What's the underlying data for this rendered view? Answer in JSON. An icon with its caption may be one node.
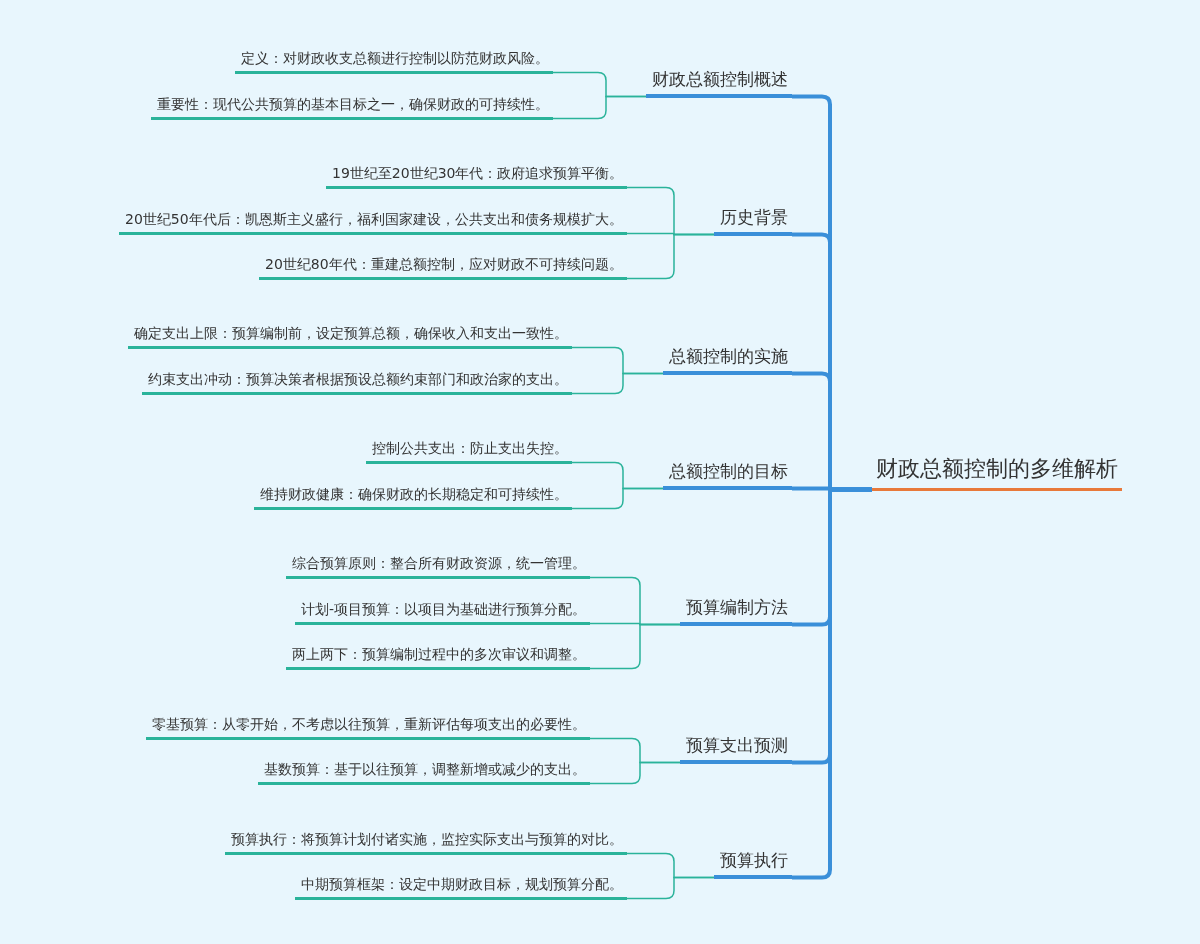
{
  "diagram": {
    "nodes": [
      {
        "text": [
          "财政总额控制的多维解析"
        ]
      },
      {
        "text": [
          "财政总额控制概述"
        ]
      },
      {
        "text": [
          "定义：对财政收支总额进行控制以防范财政风险。"
        ]
      },
      {
        "text": [
          "重要性：现代公共预算的基本目标之一，确保财政的可持续性。"
        ]
      },
      {
        "text": [
          "历史背景"
        ]
      },
      {
        "text": [
          "19世纪至20世纪30年代：政府追求预算平衡。"
        ]
      },
      {
        "text": [
          "20世纪50年代后：凯恩斯主义盛行，福利国家建设，公共支出和债务规模扩大。"
        ]
      },
      {
        "text": [
          "20世纪80年代：重建总额控制，应对财政不可持续问题。"
        ]
      },
      {
        "text": [
          "总额控制的实施"
        ]
      },
      {
        "text": [
          "确定支出上限：预算编制前，设定预算总额，确保收入和支出一致性。"
        ]
      },
      {
        "text": [
          "约束支出冲动：预算决策者根据预设总额约束部门和政治家的支出。"
        ]
      },
      {
        "text": [
          "总额控制的目标"
        ]
      },
      {
        "text": [
          "控制公共支出：防止支出失控。"
        ]
      },
      {
        "text": [
          "维持财政健康：确保财政的长期稳定和可持续性。"
        ]
      },
      {
        "text": [
          "预算编制方法"
        ]
      },
      {
        "text": [
          "综合预算原则：整合所有财政资源，统一管理。"
        ]
      },
      {
        "text": [
          "计划-项目预算：以项目为基础进行预算分配。"
        ]
      },
      {
        "text": [
          "两上两下：预算编制过程中的多次审议和调整。"
        ]
      },
      {
        "text": [
          "预算支出预测"
        ]
      },
      {
        "text": [
          "零基预算：从零开始，不考虑以往预算，重新评估每项支出的必要性。"
        ]
      },
      {
        "text": [
          "基数预算：基于以往预算，调整新增或减少的支出。"
        ]
      },
      {
        "text": [
          "预算执行"
        ]
      },
      {
        "text": [
          "预算执行：将预算计划付诸实施，监控实际支出与预算的对比。"
        ]
      },
      {
        "text": [
          "中期预算框架：设定中期财政目标，规划预算分配。"
        ]
      }
    ],
    "edges": [
      {
        "from": 0,
        "to": 1,
        "arrow": "none",
        "style": "thick",
        "color": "#3a8fd9"
      },
      {
        "from": 1,
        "to": 2,
        "arrow": "none"
      },
      {
        "from": 1,
        "to": 3,
        "arrow": "none"
      },
      {
        "from": 0,
        "to": 4,
        "arrow": "none",
        "style": "thick",
        "color": "#3a8fd9"
      },
      {
        "from": 4,
        "to": 5,
        "arrow": "none"
      },
      {
        "from": 4,
        "to": 6,
        "arrow": "none"
      },
      {
        "from": 4,
        "to": 7,
        "arrow": "none"
      },
      {
        "from": 0,
        "to": 8,
        "arrow": "none",
        "style": "thick",
        "color": "#3a8fd9"
      },
      {
        "from": 8,
        "to": 9,
        "arrow": "none"
      },
      {
        "from": 8,
        "to": 10,
        "arrow": "none"
      },
      {
        "from": 0,
        "to": 11,
        "arrow": "none",
        "style": "thick",
        "color": "#3a8fd9"
      },
      {
        "from": 11,
        "to": 12,
        "arrow": "none"
      },
      {
        "from": 11,
        "to": 13,
        "arrow": "none"
      },
      {
        "from": 0,
        "to": 14,
        "arrow": "none",
        "style": "thick",
        "color": "#3a8fd9"
      },
      {
        "from": 14,
        "to": 15,
        "arrow": "none"
      },
      {
        "from": 14,
        "to": 16,
        "arrow": "none"
      },
      {
        "from": 14,
        "to": 17,
        "arrow": "none"
      },
      {
        "from": 0,
        "to": 18,
        "arrow": "none",
        "style": "thick",
        "color": "#3a8fd9"
      },
      {
        "from": 18,
        "to": 19,
        "arrow": "none"
      },
      {
        "from": 18,
        "to": 20,
        "arrow": "none"
      },
      {
        "from": 0,
        "to": 21,
        "arrow": "none",
        "style": "thick",
        "color": "#3a8fd9"
      },
      {
        "from": 21,
        "to": 22,
        "arrow": "none"
      },
      {
        "from": 21,
        "to": 23,
        "arrow": "none"
      }
    ]
  }
}
